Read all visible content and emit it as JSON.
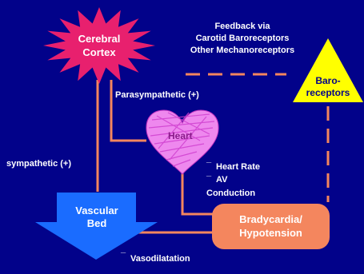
{
  "nodes": {
    "cortex": {
      "label_line1": "Cerebral",
      "label_line2": "Cortex",
      "color": "#e8206e"
    },
    "heart": {
      "label": "Heart",
      "color": "#ee88ee",
      "outline": "#c030c0"
    },
    "vascular_bed": {
      "label_line1": "Vascular",
      "label_line2": "Bed",
      "color": "#1a6cff"
    },
    "bradycardia": {
      "label_line1": "Bradycardia/",
      "label_line2": "Hypotension",
      "color": "#f4865e"
    },
    "baroreceptors": {
      "label_line1": "Baro-",
      "label_line2": "receptors",
      "color": "#ffff00"
    }
  },
  "labels": {
    "feedback_line1": "Feedback via",
    "feedback_line2": "Carotid Baroreceptors",
    "feedback_line3": "Other Mechanoreceptors",
    "parasympathetic": "Parasympathetic (+)",
    "sympathetic": "sympathetic (+)",
    "heart_rate": "Heart Rate",
    "av": "AV",
    "conduction": "Conduction",
    "minus_1": "_",
    "minus_2": "_",
    "minus_3": "_",
    "vasodilatation": "Vasodilatation"
  },
  "colors": {
    "background": "#02028a",
    "connector": "#f4865e",
    "text": "#ffffff"
  }
}
